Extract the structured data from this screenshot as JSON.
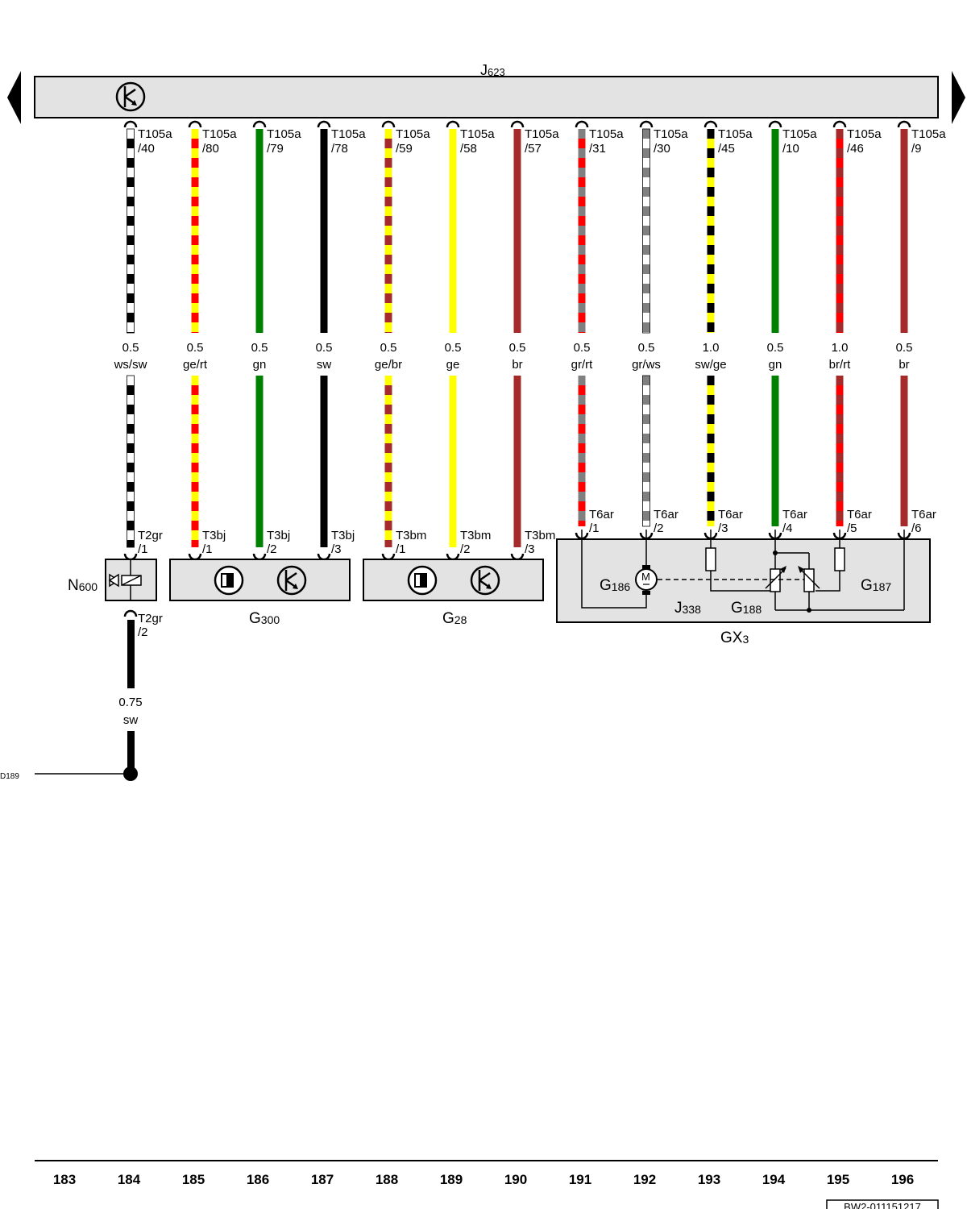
{
  "ecu": {
    "label_main": "J",
    "label_sub": "623"
  },
  "palette": {
    "ws": "#ffffff",
    "sw": "#000000",
    "ge": "#ffff00",
    "rt": "#ff0000",
    "gn": "#008000",
    "br": "#a52a2a",
    "gr": "#808080",
    "box_fill": "#e3e3e3",
    "stroke": "#000000"
  },
  "wires": [
    {
      "pin_top": [
        "T105a",
        "/40"
      ],
      "size": "0.5",
      "color": "ws/sw",
      "pin_bottom": [
        "T2gr",
        "/1"
      ]
    },
    {
      "pin_top": [
        "T105a",
        "/80"
      ],
      "size": "0.5",
      "color": "ge/rt",
      "pin_bottom": [
        "T3bj",
        "/1"
      ]
    },
    {
      "pin_top": [
        "T105a",
        "/79"
      ],
      "size": "0.5",
      "color": "gn",
      "pin_bottom": [
        "T3bj",
        "/2"
      ]
    },
    {
      "pin_top": [
        "T105a",
        "/78"
      ],
      "size": "0.5",
      "color": "sw",
      "pin_bottom": [
        "T3bj",
        "/3"
      ]
    },
    {
      "pin_top": [
        "T105a",
        "/59"
      ],
      "size": "0.5",
      "color": "ge/br",
      "pin_bottom": [
        "T3bm",
        "/1"
      ]
    },
    {
      "pin_top": [
        "T105a",
        "/58"
      ],
      "size": "0.5",
      "color": "ge",
      "pin_bottom": [
        "T3bm",
        "/2"
      ]
    },
    {
      "pin_top": [
        "T105a",
        "/57"
      ],
      "size": "0.5",
      "color": "br",
      "pin_bottom": [
        "T3bm",
        "/3"
      ]
    },
    {
      "pin_top": [
        "T105a",
        "/31"
      ],
      "size": "0.5",
      "color": "gr/rt",
      "pin_bottom": [
        "T6ar",
        "/1"
      ]
    },
    {
      "pin_top": [
        "T105a",
        "/30"
      ],
      "size": "0.5",
      "color": "gr/ws",
      "pin_bottom": [
        "T6ar",
        "/2"
      ]
    },
    {
      "pin_top": [
        "T105a",
        "/45"
      ],
      "size": "1.0",
      "color": "sw/ge",
      "pin_bottom": [
        "T6ar",
        "/3"
      ]
    },
    {
      "pin_top": [
        "T105a",
        "/10"
      ],
      "size": "0.5",
      "color": "gn",
      "pin_bottom": [
        "T6ar",
        "/4"
      ]
    },
    {
      "pin_top": [
        "T105a",
        "/46"
      ],
      "size": "1.0",
      "color": "br/rt",
      "pin_bottom": [
        "T6ar",
        "/5"
      ]
    },
    {
      "pin_top": [
        "T105a",
        "/9"
      ],
      "size": "0.5",
      "color": "br",
      "pin_bottom": [
        "T6ar",
        "/6"
      ]
    }
  ],
  "components": {
    "n600": {
      "main": "N",
      "sub": "600"
    },
    "g300": {
      "main": "G",
      "sub": "300"
    },
    "g28": {
      "main": "G",
      "sub": "28"
    },
    "gx3": {
      "main": "GX",
      "sub": "3"
    },
    "g186": {
      "main": "G",
      "sub": "186"
    },
    "g187": {
      "main": "G",
      "sub": "187"
    },
    "g188": {
      "main": "G",
      "sub": "188"
    },
    "j338": {
      "main": "J",
      "sub": "338"
    },
    "motor_letter": "M"
  },
  "n600_lower": {
    "pin": [
      "T2gr",
      "/2"
    ],
    "size": "0.75",
    "color": "sw"
  },
  "ground_ref": "D189",
  "column_numbers": [
    "183",
    "184",
    "185",
    "186",
    "187",
    "188",
    "189",
    "190",
    "191",
    "192",
    "193",
    "194",
    "195",
    "196"
  ],
  "diagram_code": "BW2-011151217"
}
